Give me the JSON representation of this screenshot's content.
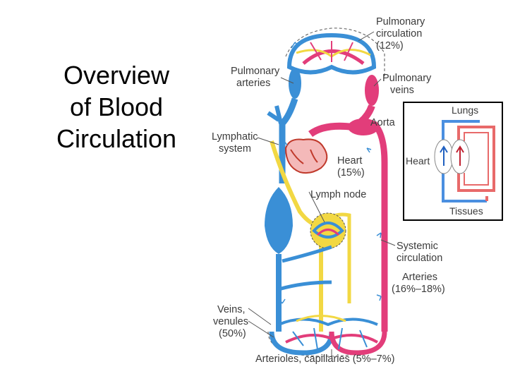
{
  "slide": {
    "title_lines": [
      "Overview",
      "of Blood",
      "Circulation"
    ]
  },
  "diagram": {
    "labels": {
      "pulmonary_circulation": [
        "Pulmonary",
        "circulation",
        "(12%)"
      ],
      "pulmonary_arteries": [
        "Pulmonary",
        "arteries"
      ],
      "pulmonary_veins": [
        "Pulmonary",
        "veins"
      ],
      "aorta": "Aorta",
      "lymphatic_system": [
        "Lymphatic",
        "system"
      ],
      "heart": [
        "Heart",
        "(15%)"
      ],
      "lymph_node": "Lymph node",
      "systemic_circulation": [
        "Systemic",
        "circulation"
      ],
      "arteries": [
        "Arteries",
        "(16%–18%)"
      ],
      "veins_venules": [
        "Veins,",
        "venules",
        "(50%)"
      ],
      "arterioles_capillaries": "Arterioles, capillaries (5%–7%)"
    },
    "inset": {
      "lungs": "Lungs",
      "heart": "Heart",
      "tissues": "Tissues"
    },
    "colors": {
      "oxygenated": "#e23d7a",
      "deoxygenated": "#3a8fd6",
      "lymph": "#f2d843",
      "inset_red": "#e86a6a",
      "inset_blue": "#4a8fe0"
    }
  }
}
